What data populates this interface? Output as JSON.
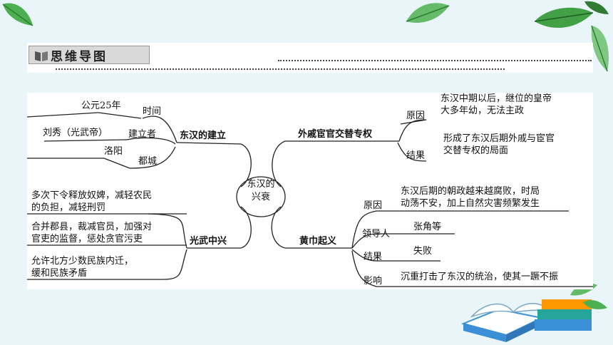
{
  "header": {
    "title": "思维导图"
  },
  "center": {
    "line1": "东汉的",
    "line2": "兴衰"
  },
  "branches": {
    "founding": {
      "label": "东汉的建立",
      "time_label": "时间",
      "time_value": "公元25年",
      "founder_label": "建立者",
      "founder_value": "刘秀（光武帝）",
      "capital_label": "都城",
      "capital_value": "洛阳"
    },
    "restoration": {
      "label": "光武中兴",
      "items": [
        [
          "多次下令释放奴婢，减轻农民",
          "的负担，减轻刑罚"
        ],
        [
          "合并郡县，裁减官员，加强对",
          "官吏的监督，惩处贪官污吏"
        ],
        [
          "允许北方少数民族内迁，",
          "缓和民族矛盾"
        ]
      ]
    },
    "eunuchs": {
      "label": "外戚宦官交替专权",
      "cause_label": "原因",
      "cause_text": [
        "东汉中期以后，继位的皇帝",
        "大多年幼，无法主政"
      ],
      "result_label": "结果",
      "result_text": [
        "形成了东汉后期外戚与宦官",
        "交替专权的局面"
      ]
    },
    "yellow_turban": {
      "label": "黄巾起义",
      "cause_label": "原因",
      "cause_text": [
        "东汉后期的朝政越来越腐败，时局",
        "动荡不安，加上自然灾害频繁发生"
      ],
      "leader_label": "领导人",
      "leader_value": "张角等",
      "result_label": "结果",
      "result_value": "失败",
      "impact_label": "影响",
      "impact_value": "沉重打击了东汉的统治，使其一蹶不振"
    }
  },
  "colors": {
    "background": "#e9f5f9",
    "leaf": "#4caf50",
    "book_blue": "#3a8fd6"
  }
}
